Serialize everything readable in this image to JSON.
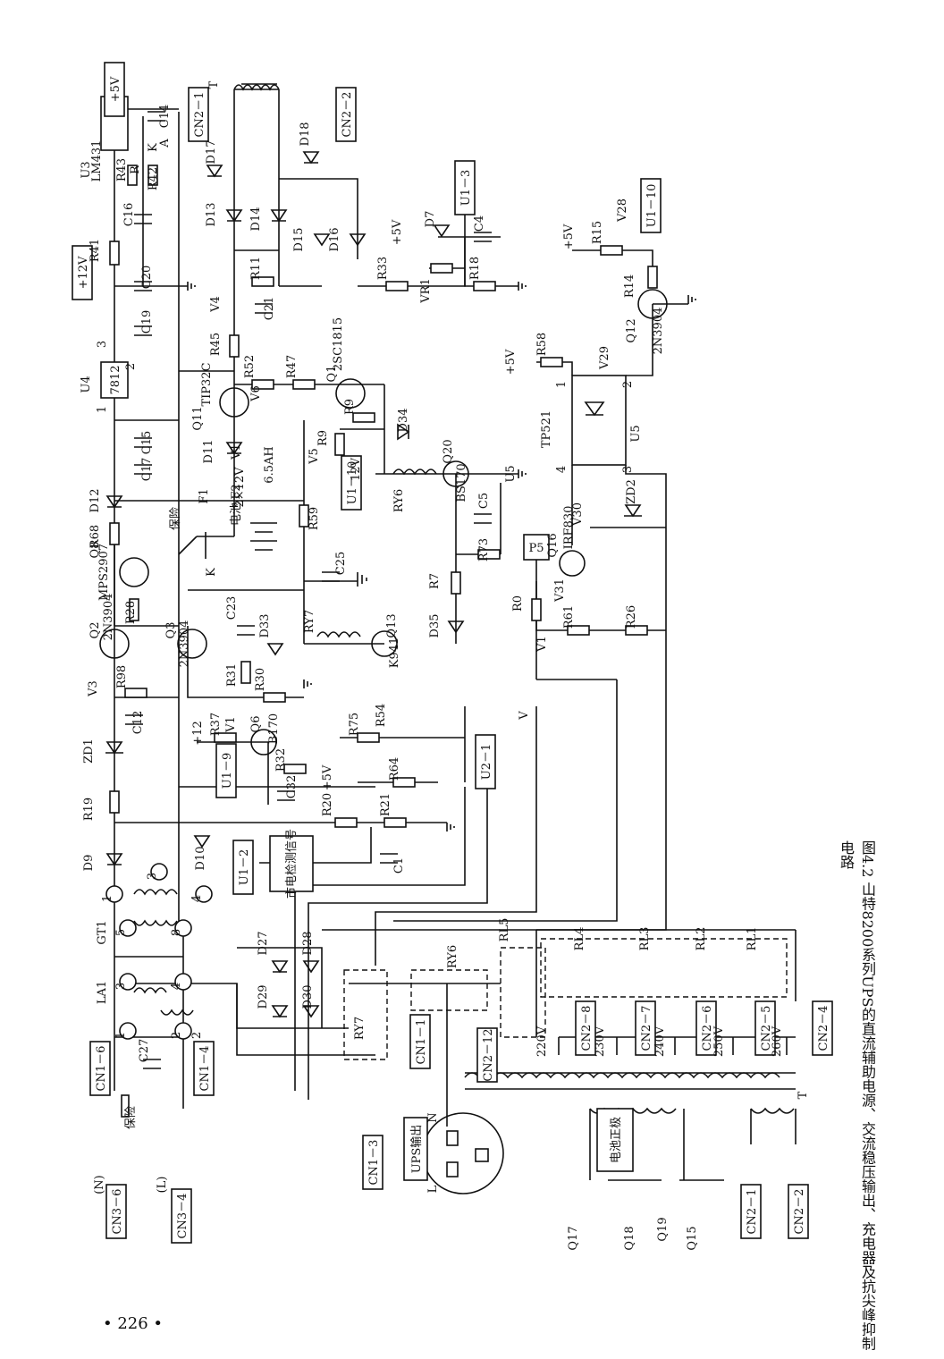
{
  "caption": "图4.2  山特8200系列UPS的直流辅助电源、交流稳压输出、充电器及抗尖峰抑制电路",
  "page_number": "• 226 •",
  "connectors": [
    {
      "id": "c1",
      "label": "+5V"
    },
    {
      "id": "c2",
      "label": "+12V"
    },
    {
      "id": "c3",
      "label": "CN2－1"
    },
    {
      "id": "c4",
      "label": "CN2－2"
    },
    {
      "id": "c5",
      "label": "U1－3"
    },
    {
      "id": "c6",
      "label": "U1－10"
    },
    {
      "id": "c7",
      "label": "U1－10"
    },
    {
      "id": "c8",
      "label": "U1－9"
    },
    {
      "id": "c9",
      "label": "U2－1"
    },
    {
      "id": "c10",
      "label": "U1－2"
    },
    {
      "id": "c11",
      "label": "CN1－6"
    },
    {
      "id": "c12",
      "label": "CN1－4"
    },
    {
      "id": "c13",
      "label": "CN3－6"
    },
    {
      "id": "c14",
      "label": "CN3－4"
    },
    {
      "id": "c15",
      "label": "CN1－3"
    },
    {
      "id": "c16",
      "label": "CN1－1"
    },
    {
      "id": "c17",
      "label": "CN2－12"
    },
    {
      "id": "c18",
      "label": "CN2－8"
    },
    {
      "id": "c19",
      "label": "CN2－7"
    },
    {
      "id": "c20",
      "label": "CN2－6"
    },
    {
      "id": "c21",
      "label": "CN2－5"
    },
    {
      "id": "c22",
      "label": "CN2－4"
    },
    {
      "id": "c23",
      "label": "CN2－1"
    },
    {
      "id": "c24",
      "label": "CN2－2"
    },
    {
      "id": "c25",
      "label": "P5"
    }
  ],
  "box_labels": {
    "u4": "7812",
    "mains": "市电检测信号",
    "ups_out": "UPS输出",
    "bat_pos": "电池正极",
    "ry7_box": "RY7",
    "ry6_box": "RY6"
  },
  "labels": [
    {
      "id": "l1",
      "text": "U3"
    },
    {
      "id": "l2",
      "text": "LM431"
    },
    {
      "id": "l3",
      "text": "C14"
    },
    {
      "id": "l4",
      "text": "R43"
    },
    {
      "id": "l5",
      "text": "R42"
    },
    {
      "id": "l6",
      "text": "K"
    },
    {
      "id": "l7",
      "text": "A"
    },
    {
      "id": "l8",
      "text": "R"
    },
    {
      "id": "l9",
      "text": "C16"
    },
    {
      "id": "l10",
      "text": "R41"
    },
    {
      "id": "l11",
      "text": "C20"
    },
    {
      "id": "l12",
      "text": "C19"
    },
    {
      "id": "l13",
      "text": "U4"
    },
    {
      "id": "l14",
      "text": "3"
    },
    {
      "id": "l15",
      "text": "2"
    },
    {
      "id": "l16",
      "text": "1"
    },
    {
      "id": "l17",
      "text": "C15"
    },
    {
      "id": "l18",
      "text": "C17"
    },
    {
      "id": "l19",
      "text": "D12"
    },
    {
      "id": "l20",
      "text": "R68"
    },
    {
      "id": "l21",
      "text": "Q8"
    },
    {
      "id": "l22",
      "text": "MPS2907"
    },
    {
      "id": "l23",
      "text": "Q2"
    },
    {
      "id": "l24",
      "text": "2N3904"
    },
    {
      "id": "l25",
      "text": "R28"
    },
    {
      "id": "l26",
      "text": "Q3"
    },
    {
      "id": "l27",
      "text": "2N3904"
    },
    {
      "id": "l28",
      "text": "V3"
    },
    {
      "id": "l29",
      "text": "R98"
    },
    {
      "id": "l30",
      "text": "C12"
    },
    {
      "id": "l31",
      "text": "ZD1"
    },
    {
      "id": "l32",
      "text": "R19"
    },
    {
      "id": "l33",
      "text": "D9"
    },
    {
      "id": "l34",
      "text": "D10"
    },
    {
      "id": "l35",
      "text": "GT1"
    },
    {
      "id": "l36",
      "text": "LA1"
    },
    {
      "id": "l37",
      "text": "C27"
    },
    {
      "id": "l38",
      "text": "保险"
    },
    {
      "id": "l39",
      "text": "(N)"
    },
    {
      "id": "l40",
      "text": "(L)"
    },
    {
      "id": "l41",
      "text": "T"
    },
    {
      "id": "l42",
      "text": "D17"
    },
    {
      "id": "l43",
      "text": "D18"
    },
    {
      "id": "l44",
      "text": "D13"
    },
    {
      "id": "l45",
      "text": "D14"
    },
    {
      "id": "l46",
      "text": "D15"
    },
    {
      "id": "l47",
      "text": "D16"
    },
    {
      "id": "l48",
      "text": "R11"
    },
    {
      "id": "l49",
      "text": "V4"
    },
    {
      "id": "l50",
      "text": "C21"
    },
    {
      "id": "l51",
      "text": "R45"
    },
    {
      "id": "l52",
      "text": "R52"
    },
    {
      "id": "l53",
      "text": "Q11"
    },
    {
      "id": "l54",
      "text": "TIP32C"
    },
    {
      "id": "l55",
      "text": "V6"
    },
    {
      "id": "l56",
      "text": "R47"
    },
    {
      "id": "l57",
      "text": "Q1"
    },
    {
      "id": "l58",
      "text": "2SC1815"
    },
    {
      "id": "l59",
      "text": "R9"
    },
    {
      "id": "l60",
      "text": "R9"
    },
    {
      "id": "l61",
      "text": "V5"
    },
    {
      "id": "l62",
      "text": "12V"
    },
    {
      "id": "l63",
      "text": "D11"
    },
    {
      "id": "l64",
      "text": "V1"
    },
    {
      "id": "l65",
      "text": "F1"
    },
    {
      "id": "l66",
      "text": "F2"
    },
    {
      "id": "l67",
      "text": "保险"
    },
    {
      "id": "l68",
      "text": "电池"
    },
    {
      "id": "l69",
      "text": "2×12V"
    },
    {
      "id": "l70",
      "text": "6.5AH"
    },
    {
      "id": "l71",
      "text": "K"
    },
    {
      "id": "l72",
      "text": "R59"
    },
    {
      "id": "l73",
      "text": "C25"
    },
    {
      "id": "l74",
      "text": "RY7"
    },
    {
      "id": "l75",
      "text": "Q13"
    },
    {
      "id": "l76",
      "text": "K941"
    },
    {
      "id": "l77",
      "text": "C23"
    },
    {
      "id": "l78",
      "text": "D33"
    },
    {
      "id": "l79",
      "text": "R31"
    },
    {
      "id": "l80",
      "text": "R30"
    },
    {
      "id": "l81",
      "text": "Q6"
    },
    {
      "id": "l82",
      "text": "B170"
    },
    {
      "id": "l83",
      "text": "R37"
    },
    {
      "id": "l84",
      "text": "V1"
    },
    {
      "id": "l85",
      "text": "+12"
    },
    {
      "id": "l86",
      "text": "R32"
    },
    {
      "id": "l87",
      "text": "C32"
    },
    {
      "id": "l88",
      "text": "R75"
    },
    {
      "id": "l89",
      "text": "R54"
    },
    {
      "id": "l90",
      "text": "V"
    },
    {
      "id": "l91",
      "text": "+5V"
    },
    {
      "id": "l92",
      "text": "R64"
    },
    {
      "id": "l93",
      "text": "R20"
    },
    {
      "id": "l94",
      "text": "R21"
    },
    {
      "id": "l95",
      "text": "C1"
    },
    {
      "id": "l96",
      "text": "D7"
    },
    {
      "id": "l97",
      "text": "+5V"
    },
    {
      "id": "l98",
      "text": "C4"
    },
    {
      "id": "l99",
      "text": "R33"
    },
    {
      "id": "l100",
      "text": "VR1"
    },
    {
      "id": "l101",
      "text": "R18"
    },
    {
      "id": "l102",
      "text": "+5V"
    },
    {
      "id": "l103",
      "text": "R15"
    },
    {
      "id": "l104",
      "text": "V28"
    },
    {
      "id": "l105",
      "text": "R14"
    },
    {
      "id": "l106",
      "text": "Q12"
    },
    {
      "id": "l107",
      "text": "2N3904"
    },
    {
      "id": "l108",
      "text": "+5V"
    },
    {
      "id": "l109",
      "text": "R58"
    },
    {
      "id": "l110",
      "text": "V29"
    },
    {
      "id": "l111",
      "text": "TP521"
    },
    {
      "id": "l112",
      "text": "U5"
    },
    {
      "id": "l113",
      "text": "1"
    },
    {
      "id": "l114",
      "text": "2"
    },
    {
      "id": "l115",
      "text": "4"
    },
    {
      "id": "l116",
      "text": "3"
    },
    {
      "id": "l117",
      "text": "D34"
    },
    {
      "id": "l118",
      "text": "RY6"
    },
    {
      "id": "l119",
      "text": "Q20"
    },
    {
      "id": "l120",
      "text": "BS170"
    },
    {
      "id": "l121",
      "text": "U5"
    },
    {
      "id": "l122",
      "text": "C5"
    },
    {
      "id": "l123",
      "text": "R73"
    },
    {
      "id": "l124",
      "text": "R7"
    },
    {
      "id": "l125",
      "text": "D35"
    },
    {
      "id": "l126",
      "text": "Q16"
    },
    {
      "id": "l127",
      "text": "IRF830"
    },
    {
      "id": "l128",
      "text": "V30"
    },
    {
      "id": "l129",
      "text": "ZD2"
    },
    {
      "id": "l130",
      "text": "R0"
    },
    {
      "id": "l131",
      "text": "V31"
    },
    {
      "id": "l132",
      "text": "R61"
    },
    {
      "id": "l133",
      "text": "V1"
    },
    {
      "id": "l134",
      "text": "R26"
    },
    {
      "id": "l135",
      "text": "D27"
    },
    {
      "id": "l136",
      "text": "D28"
    },
    {
      "id": "l137",
      "text": "D29"
    },
    {
      "id": "l138",
      "text": "D30"
    },
    {
      "id": "l139",
      "text": "RL5"
    },
    {
      "id": "l140",
      "text": "RL4"
    },
    {
      "id": "l141",
      "text": "RL3"
    },
    {
      "id": "l142",
      "text": "RL2"
    },
    {
      "id": "l143",
      "text": "RL1"
    },
    {
      "id": "l144",
      "text": "220V"
    },
    {
      "id": "l145",
      "text": "230V"
    },
    {
      "id": "l146",
      "text": "240V"
    },
    {
      "id": "l147",
      "text": "250V"
    },
    {
      "id": "l148",
      "text": "260V"
    },
    {
      "id": "l149",
      "text": "T"
    },
    {
      "id": "l150",
      "text": "N"
    },
    {
      "id": "l151",
      "text": "L"
    },
    {
      "id": "l152",
      "text": "Q17"
    },
    {
      "id": "l153",
      "text": "Q18"
    },
    {
      "id": "l154",
      "text": "Q19"
    },
    {
      "id": "l155",
      "text": "Q15"
    },
    {
      "id": "l156",
      "text": "1"
    },
    {
      "id": "l157",
      "text": "2"
    },
    {
      "id": "l158",
      "text": "3"
    },
    {
      "id": "l159",
      "text": "4"
    },
    {
      "id": "l160",
      "text": "5"
    },
    {
      "id": "l161",
      "text": "8"
    },
    {
      "id": "l162",
      "text": "1"
    },
    {
      "id": "l163",
      "text": "2"
    },
    {
      "id": "l164",
      "text": "3"
    },
    {
      "id": "l165",
      "text": "4"
    }
  ]
}
